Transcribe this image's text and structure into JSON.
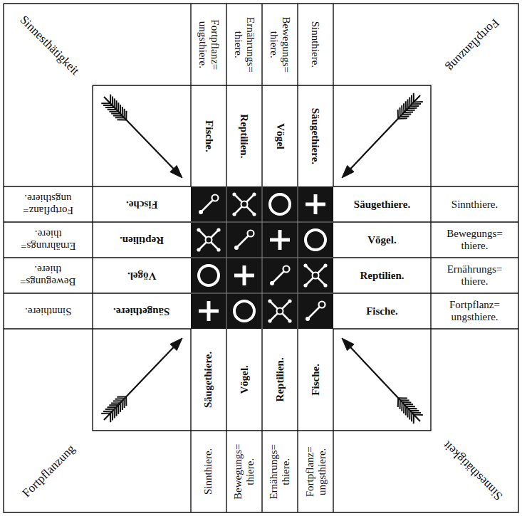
{
  "diagram": {
    "labels": [
      "Sinnesthätigkeit",
      "Fortpflanzung",
      "Fortpflanz= ungsthiere.",
      "Ernährungs= thiere.",
      "Bewegungs= thiere.",
      "Sinnthiere.",
      "Fische.",
      "Reptilien.",
      "Vögel",
      "Säugethiere.",
      "Fortpflanz= ungsthiere.",
      "Fische.",
      "Säugethiere.",
      "Sinnthiere.",
      "Ernährungs= thiere.",
      "Reptilien.",
      "Vögel.",
      "Bewegungs= thiere.",
      "Bewegungs= thiere.",
      "Vögel.",
      "Reptilien.",
      "Ernährungs= thiere.",
      "Sinnthiere.",
      "Säugethiere.",
      "Fische.",
      "Fortpflanz= ungsthiere.",
      "Säugethiere.",
      "Vögel.",
      "Reptilien.",
      "Fische.",
      "Sinnthiere.",
      "Bewegungs= thiere.",
      "Ernährungs= thiere.",
      "Fortpflanz= ungsthiere.",
      "Fortpflanzung",
      "Sinnesthätigkeit"
    ]
  }
}
